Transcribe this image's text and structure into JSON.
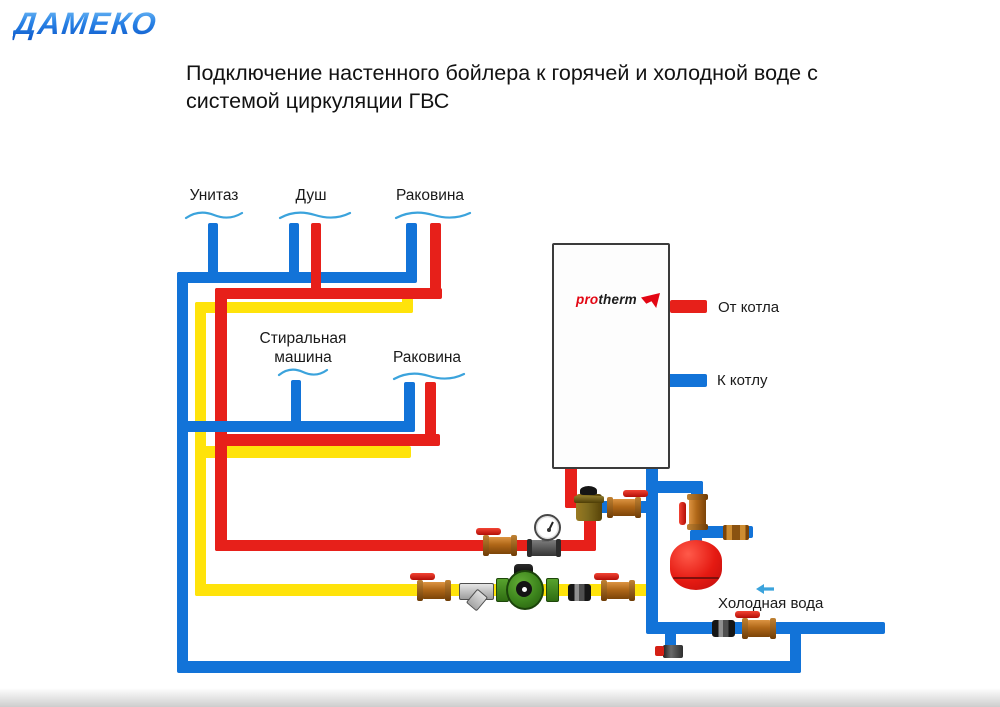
{
  "logo": "ДАМЕКО",
  "title": "Подключение настенного бойлера к горячей и холодной воде с системой циркуляции ГВС",
  "fixtures": {
    "toilet": "Унитаз",
    "shower": "Душ",
    "sink1": "Раковина",
    "washer_line1": "Стиральная",
    "washer_line2": "машина",
    "sink2": "Раковина"
  },
  "boiler": {
    "brand": "protherm",
    "brand_pro": "pro",
    "brand_therm": "therm"
  },
  "annotations": {
    "from_boiler": "От котла",
    "to_boiler": "К котлу",
    "cold_water": "Холодная вода"
  },
  "legend_colors": {
    "cold": "#1273d8",
    "hot": "#e7201a",
    "circulation": "#ffe30a",
    "bracket": "#3ba3dc",
    "brass": "#b06718",
    "pump_green": "#3c841c",
    "tank_red": "#e51a12"
  },
  "components": {
    "ball_valve": "ball-valve-icon",
    "check_valve": "check-valve-icon",
    "strainer": "y-strainer-icon",
    "pump": "circulation-pump-icon",
    "gauge": "pressure-gauge-icon",
    "mixing_tee": "tee-valve-icon",
    "expansion_tank": "expansion-tank-icon",
    "drain": "drain-valve-icon"
  }
}
